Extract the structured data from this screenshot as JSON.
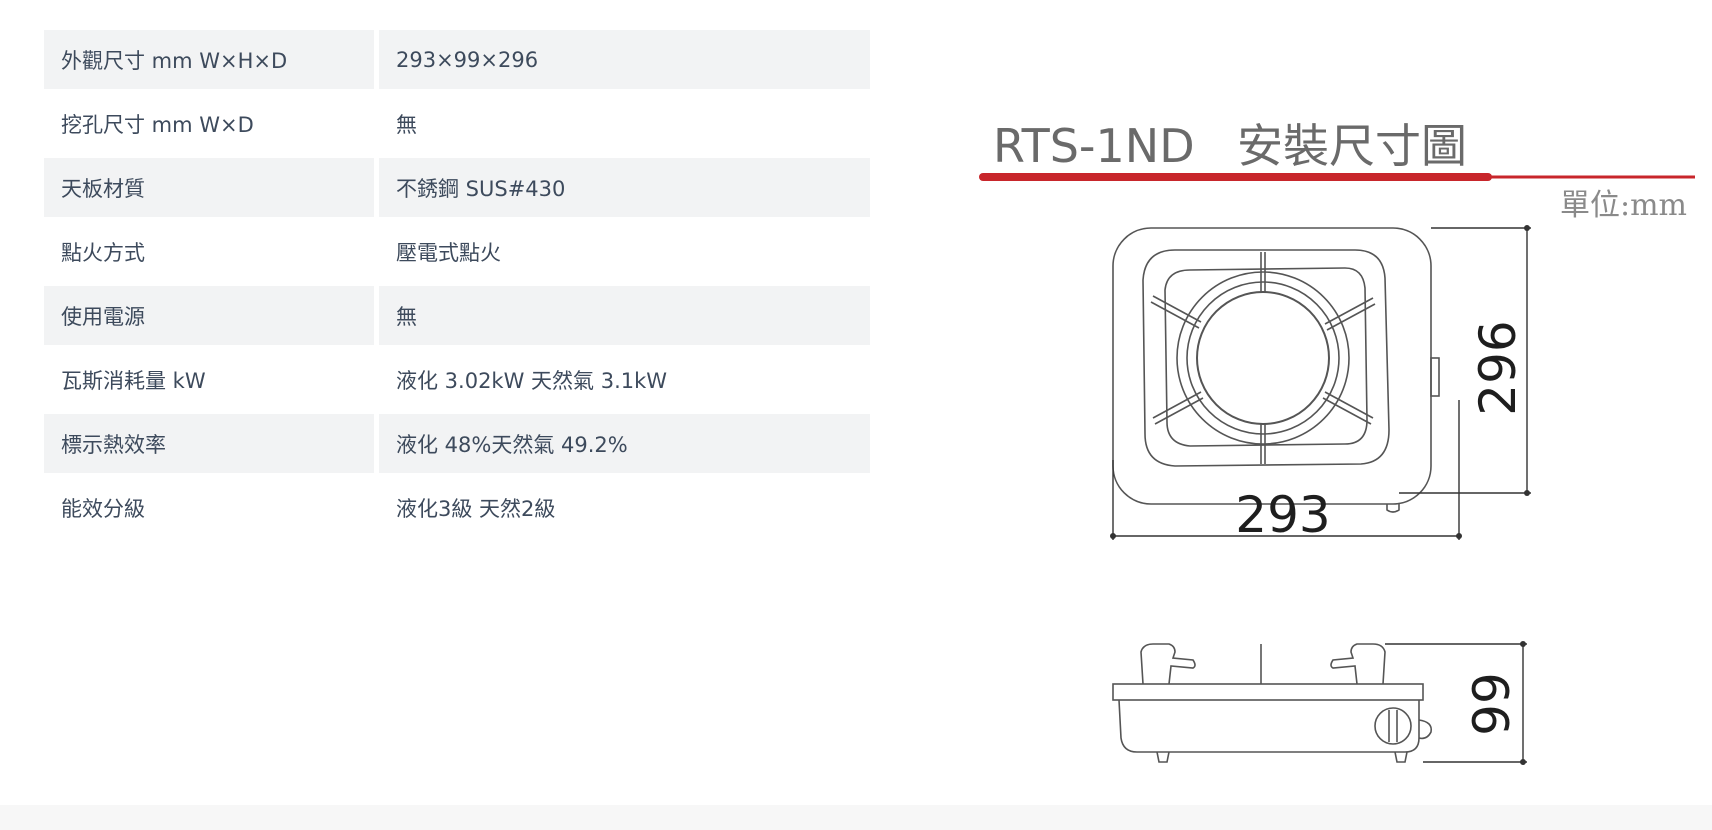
{
  "spec_table": {
    "rows": [
      {
        "label": "外觀尺寸 mm W×H×D",
        "value": "293×99×296"
      },
      {
        "label": "挖孔尺寸 mm W×D",
        "value": "無"
      },
      {
        "label": "天板材質",
        "value": "不銹鋼 SUS#430"
      },
      {
        "label": "點火方式",
        "value": "壓電式點火"
      },
      {
        "label": "使用電源",
        "value": "無"
      },
      {
        "label": "瓦斯消耗量 kW",
        "value": "液化 3.02kW 天然氣 3.1kW"
      },
      {
        "label": "標示熱效率",
        "value": "液化 48%天然氣 49.2%"
      },
      {
        "label": "能效分級",
        "value": "液化3級 天然2級"
      }
    ]
  },
  "diagram": {
    "model": "RTS-1ND",
    "title": "安裝尺寸圖",
    "unit": "單位:mm",
    "width_label": "293",
    "depth_label": "296",
    "height_label": "99",
    "accent_color": "#c8262b",
    "line_color": "#555555"
  }
}
